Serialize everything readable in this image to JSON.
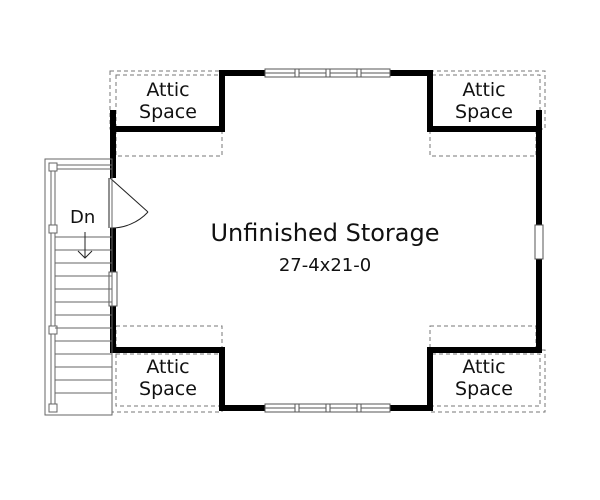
{
  "plan": {
    "room_name": "Unfinished Storage",
    "room_dimensions": "27-4x21-0",
    "stair_label": "Dn",
    "attic_spaces": [
      {
        "line1": "Attic",
        "line2": "Space"
      },
      {
        "line1": "Attic",
        "line2": "Space"
      },
      {
        "line1": "Attic",
        "line2": "Space"
      },
      {
        "line1": "Attic",
        "line2": "Space"
      }
    ]
  }
}
